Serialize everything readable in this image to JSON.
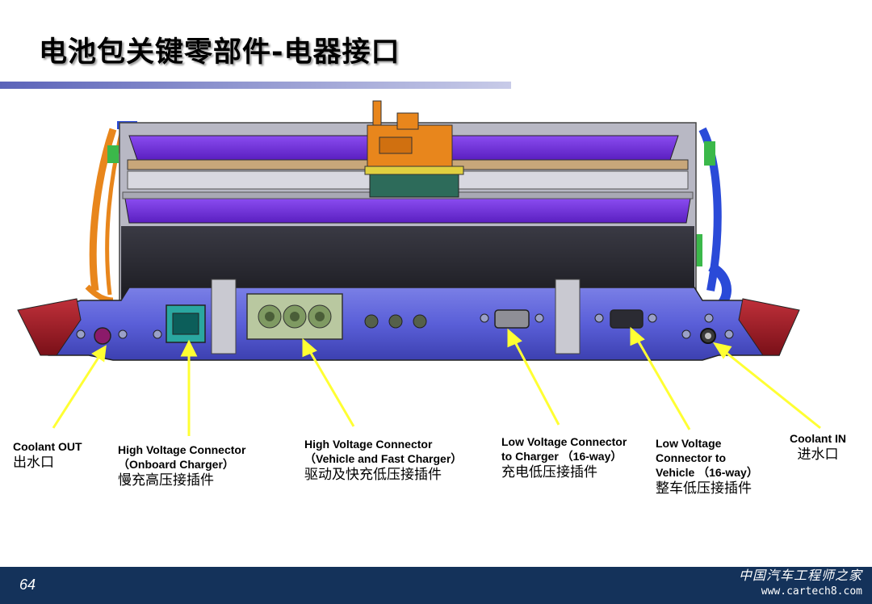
{
  "slide": {
    "title": "电池包关键零部件-电器接口",
    "page_number": "64"
  },
  "labels": [
    {
      "id": "coolant-out",
      "en": [
        "Coolant OUT"
      ],
      "cn": "出水口"
    },
    {
      "id": "hv-onboard",
      "en": [
        "High Voltage Connector",
        "（Onboard Charger）"
      ],
      "cn": "慢充高压接插件"
    },
    {
      "id": "hv-vehicle",
      "en": [
        "High Voltage Connector",
        "（Vehicle and Fast Charger）"
      ],
      "cn": "驱动及快充低压接插件"
    },
    {
      "id": "lv-charger",
      "en": [
        "Low Voltage Connector",
        "to Charger （16-way）"
      ],
      "cn": "充电低压接插件"
    },
    {
      "id": "lv-vehicle",
      "en": [
        "Low Voltage",
        "Connector to",
        "Vehicle （16-way）"
      ],
      "cn": "整车低压接插件"
    },
    {
      "id": "coolant-in",
      "en": [
        "Coolant IN"
      ],
      "cn": "进水口"
    }
  ],
  "watermark": {
    "cn": "中国汽车工程师之家",
    "url": "www.cartech8.com"
  },
  "colors": {
    "arrow": "#ffff33",
    "tray": "#5a5fd8",
    "module": "#6a2fd6",
    "connector_orange": "#e8861c",
    "footer": "#14325a"
  }
}
